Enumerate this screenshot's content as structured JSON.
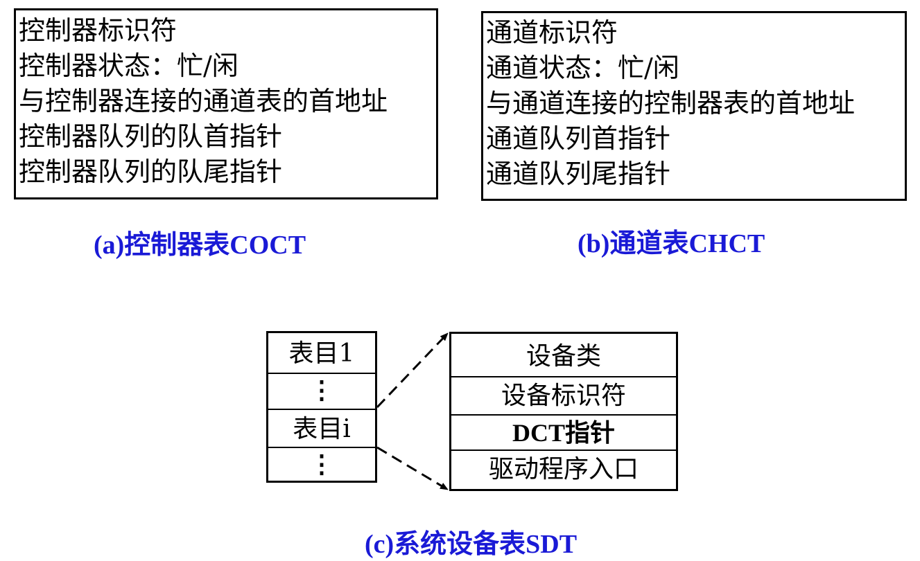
{
  "coct": {
    "lines": [
      "控制器标识符",
      "控制器状态：忙/闲",
      "与控制器连接的通道表的首地址",
      "控制器队列的队首指针",
      "控制器队列的队尾指针"
    ],
    "caption": "(a)控制器表COCT"
  },
  "chct": {
    "lines": [
      "通道标识符",
      "通道状态：忙/闲",
      "与通道连接的控制器表的首地址",
      "通道队列首指针",
      "通道队列尾指针"
    ],
    "caption": "(b)通道表CHCT"
  },
  "sdt": {
    "entries": [
      "表目1",
      "⋮",
      "表目i",
      "⋮"
    ],
    "fields": [
      "设备类",
      "设备标识符",
      "DCT指针",
      "驱动程序入口"
    ],
    "caption": "(c)系统设备表SDT"
  },
  "colors": {
    "caption": "#1a1ad6",
    "line": "#000000"
  }
}
